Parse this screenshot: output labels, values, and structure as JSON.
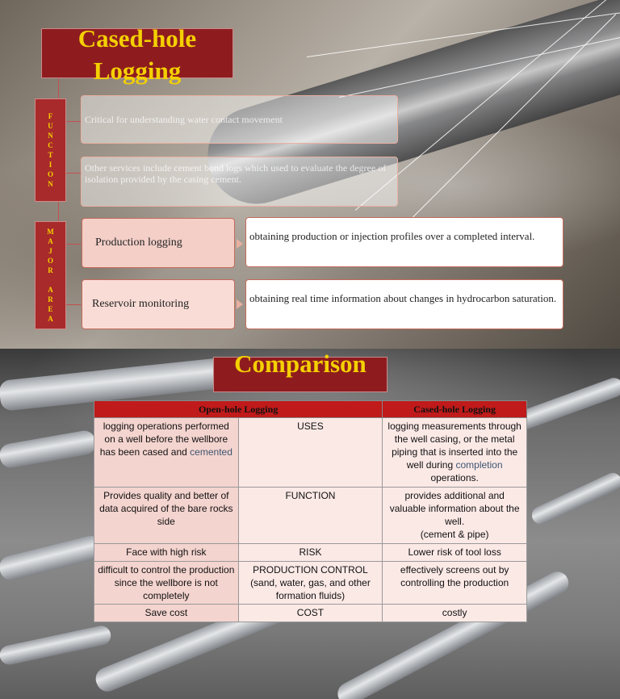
{
  "slide1": {
    "title": "Cased-hole Logging",
    "function_label": [
      "F",
      "U",
      "N",
      "C",
      "T",
      "I",
      "O",
      "N"
    ],
    "major_area_label": [
      "M",
      "A",
      "J",
      "O",
      "R",
      "",
      "A",
      "R",
      "E",
      "A"
    ],
    "function_items": [
      "Critical for understanding water contact movement",
      "Other services include cement bond logs which used to evaluate the degree of isolation provided by the casing cement."
    ],
    "areas": [
      {
        "name": "Production logging",
        "description": "obtaining production or injection profiles over a completed interval."
      },
      {
        "name": "Reservoir monitoring",
        "description": "obtaining real time information about changes in hydrocarbon saturation."
      }
    ]
  },
  "slide2": {
    "title": "Comparison",
    "headers": [
      "Open-hole Logging",
      "Cased-hole Logging"
    ],
    "rows": [
      {
        "open": "logging operations performed on a well before the wellbore has been cased and",
        "open_link": "cemented",
        "criterion": "USES",
        "cased": "logging measurements through the well casing, or the metal piping that is inserted into the well during",
        "cased_link": "completion",
        "cased_tail": " operations."
      },
      {
        "open": "Provides quality and better of data acquired of the bare rocks side",
        "criterion": "FUNCTION",
        "cased": "provides additional and valuable information about the well.",
        "cased_extra": "(cement & pipe)"
      },
      {
        "open": "Face with high risk",
        "criterion": "RISK",
        "cased": "Lower risk of tool loss"
      },
      {
        "open": "difficult to control the production since the wellbore is not completely",
        "criterion": "PRODUCTION CONTROL",
        "criterion_extra": "(sand, water, gas, and other formation fluids)",
        "cased": "effectively screens out by controlling the production"
      },
      {
        "open": "Save cost",
        "criterion": "COST",
        "cased": "costly"
      }
    ]
  }
}
